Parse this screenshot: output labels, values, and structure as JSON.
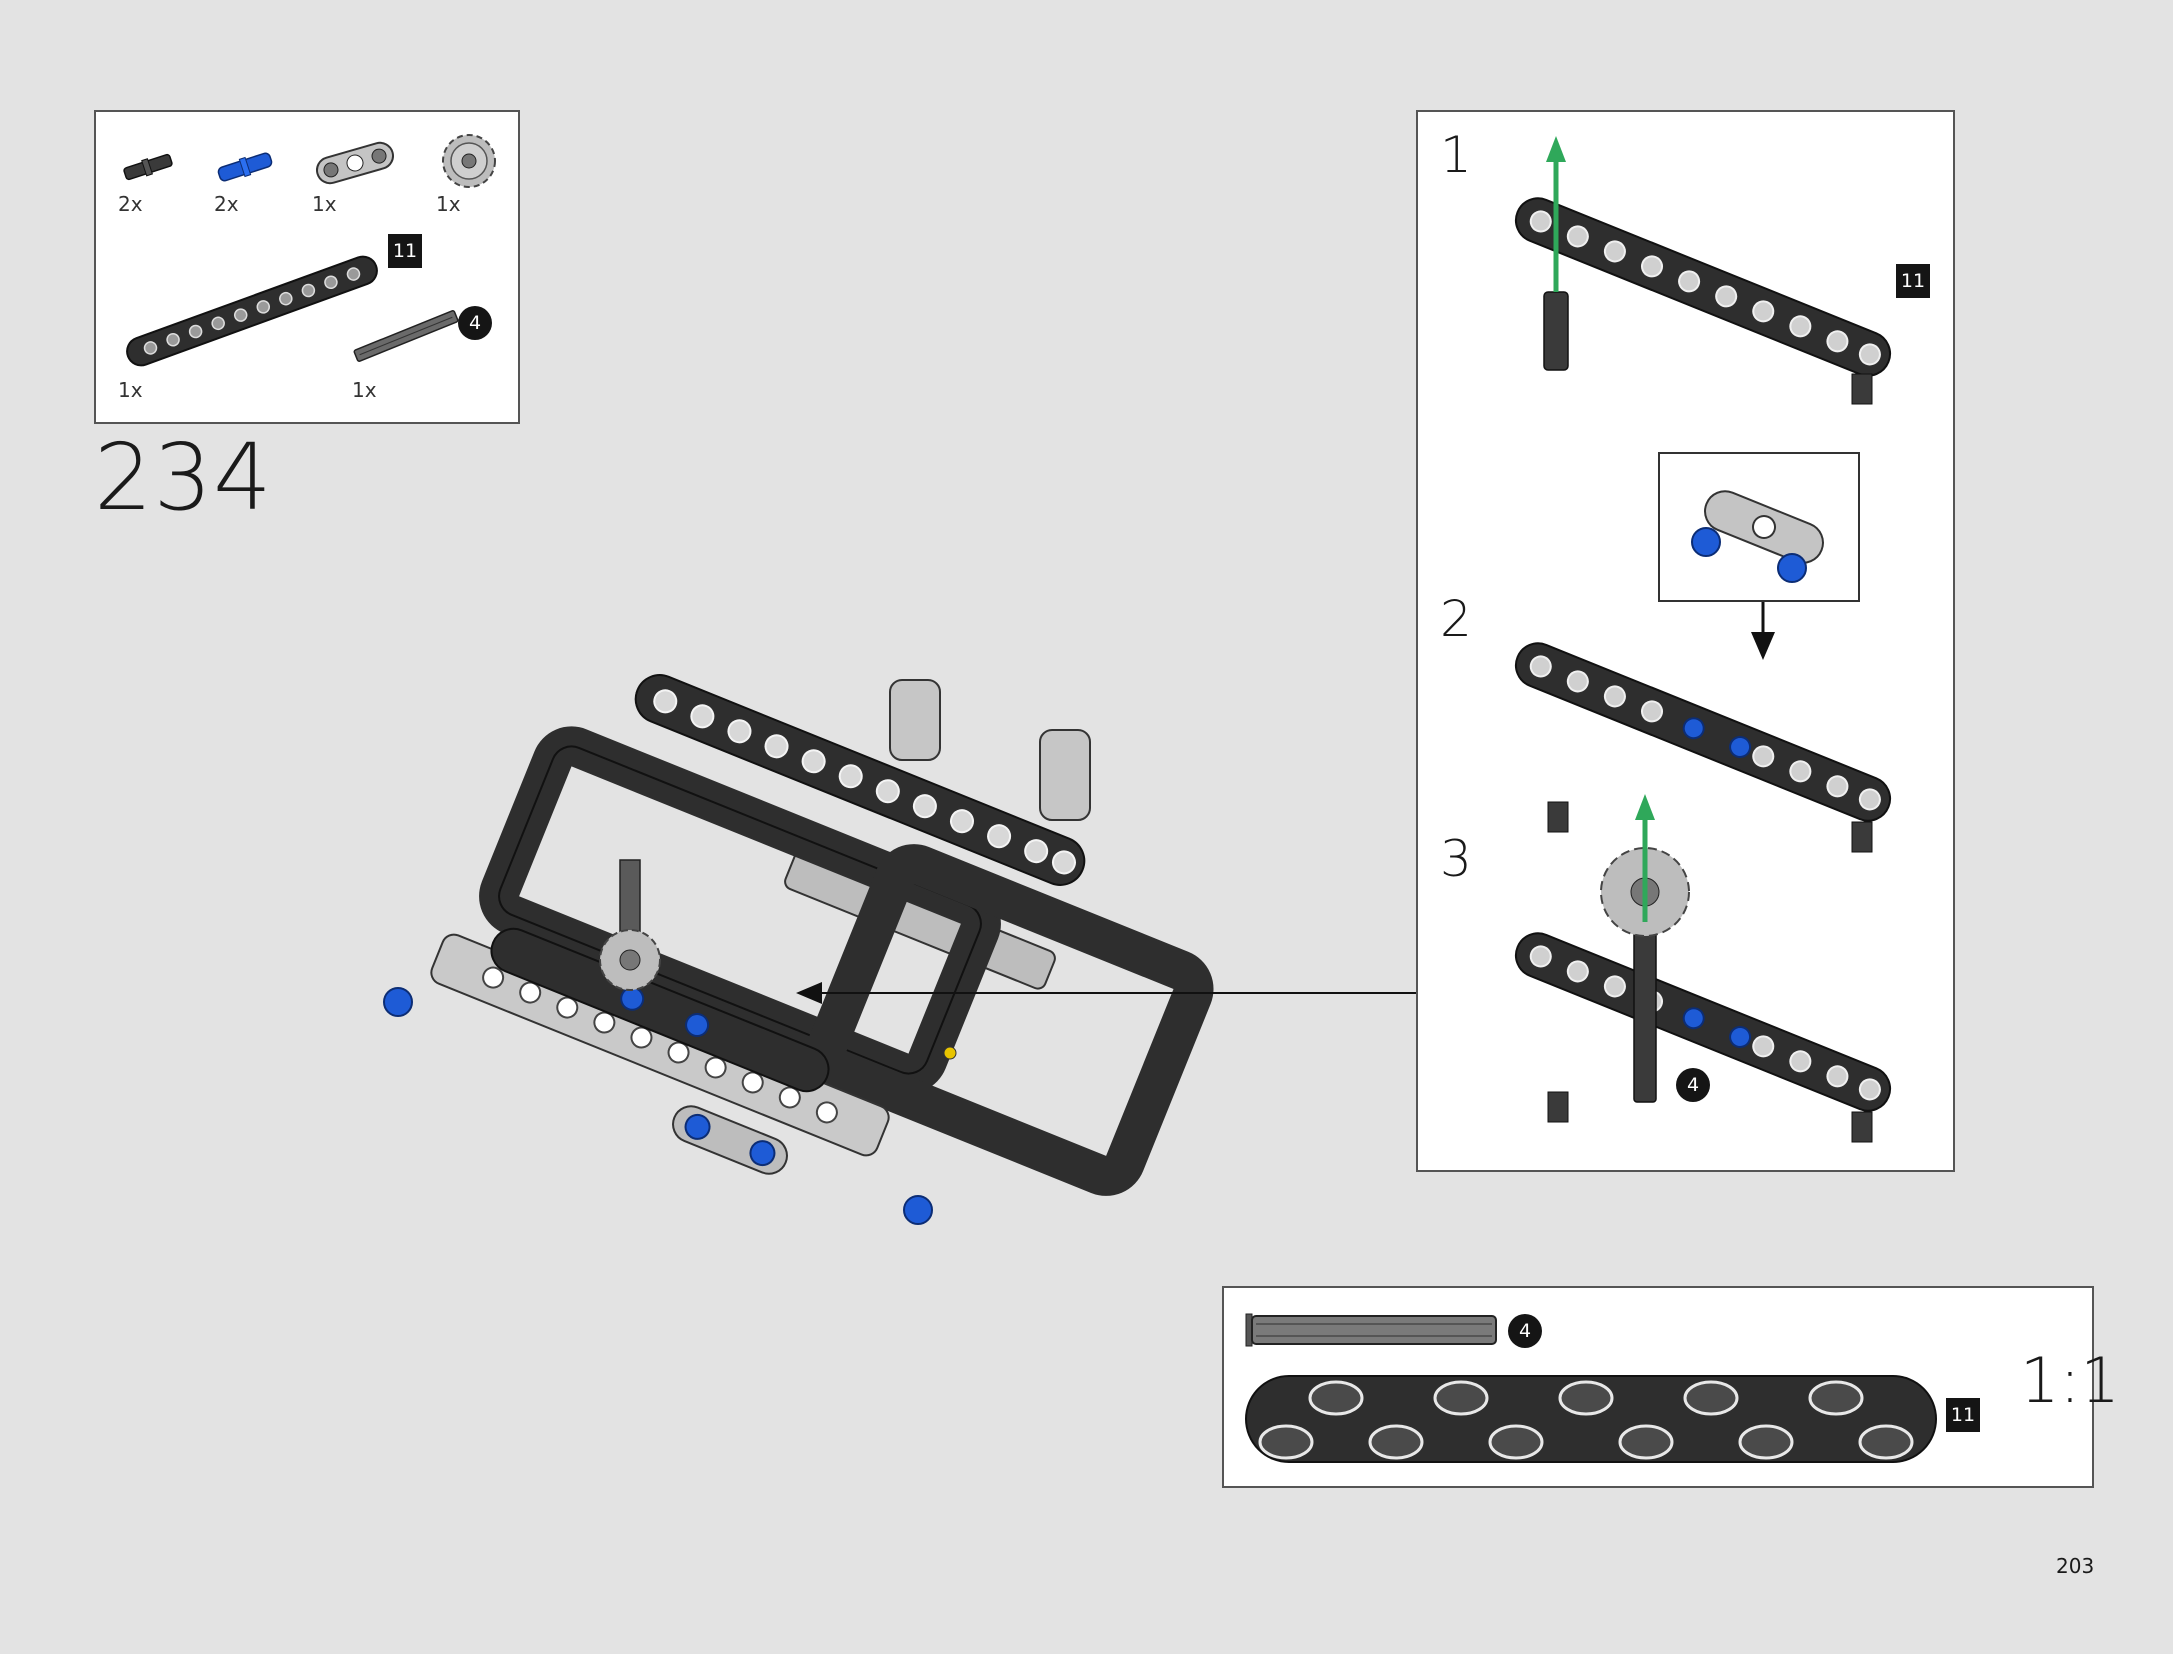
{
  "step": {
    "number": "234"
  },
  "page": {
    "number": "203"
  },
  "parts_list": {
    "items": [
      {
        "icon": "axle-pin-dark-icon",
        "qty": "2x"
      },
      {
        "icon": "blue-pin-icon",
        "qty": "2x"
      },
      {
        "icon": "connector-plate-icon",
        "qty": "1x"
      },
      {
        "icon": "gear-16-tooth-icon",
        "qty": "1x"
      },
      {
        "icon": "beam-11-icon",
        "qty": "1x",
        "size_label": "11"
      },
      {
        "icon": "axle-4-icon",
        "qty": "1x",
        "size_label": "4"
      }
    ]
  },
  "sub_steps": [
    {
      "label": "1",
      "beam_size": "11"
    },
    {
      "label": "2"
    },
    {
      "label": "3",
      "axle_size": "4"
    }
  ],
  "scale_box": {
    "ratio": "1:1",
    "axle_size": "4",
    "beam_size": "11"
  },
  "colors": {
    "background": "#e3e3e3",
    "beam_dark": "#2e2e2e",
    "part_light": "#bdbdbd",
    "pin_blue": "#1e5bd6",
    "arrow_green": "#2fa85a"
  }
}
